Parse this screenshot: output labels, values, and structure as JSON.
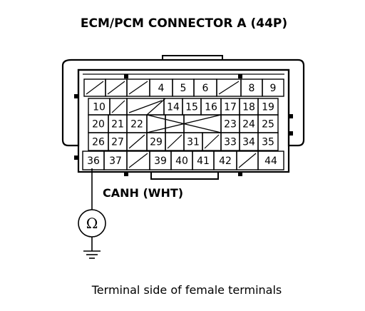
{
  "title": "ECM/PCM CONNECTOR A (44P)",
  "wire_label": "CANH (WHT)",
  "caption": "Terminal side of female terminals",
  "meter_symbol": "Ω",
  "colors": {
    "ink": "#000000",
    "background": "#ffffff"
  },
  "rows": [
    [
      "",
      "",
      "",
      "4",
      "5",
      "6",
      "",
      "8",
      "9"
    ],
    [
      "10",
      "",
      "",
      "14",
      "15",
      "16",
      "17",
      "18",
      "19"
    ],
    [
      "20",
      "21",
      "22",
      "",
      "",
      "",
      "23",
      "24",
      "25"
    ],
    [
      "26",
      "27",
      "",
      "29",
      "",
      "31",
      "",
      "33",
      "34",
      "35"
    ],
    [
      "36",
      "37",
      "",
      "39",
      "40",
      "41",
      "42",
      "",
      "44"
    ]
  ],
  "probed_terminal": "36"
}
